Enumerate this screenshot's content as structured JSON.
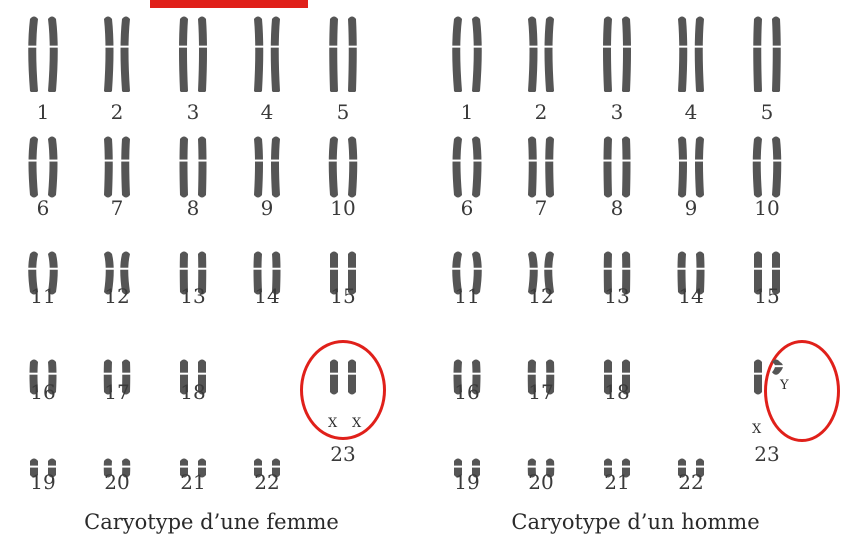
{
  "accent_color": "#e0201a",
  "chromosome_color": "#555555",
  "karyotypes": [
    {
      "id": "femme",
      "caption": "Caryotype d’une femme",
      "pairs": [
        "1",
        "2",
        "3",
        "4",
        "5",
        "6",
        "7",
        "8",
        "9",
        "10",
        "11",
        "12",
        "13",
        "14",
        "15",
        "16",
        "17",
        "18",
        "19",
        "20",
        "21",
        "22",
        "23"
      ],
      "sex_labels": [
        "X",
        "X"
      ]
    },
    {
      "id": "homme",
      "caption": "Caryotype d’un homme",
      "pairs": [
        "1",
        "2",
        "3",
        "4",
        "5",
        "6",
        "7",
        "8",
        "9",
        "10",
        "11",
        "12",
        "13",
        "14",
        "15",
        "16",
        "17",
        "18",
        "19",
        "20",
        "21",
        "22",
        "23"
      ],
      "sex_labels": [
        "X",
        "Y"
      ]
    }
  ]
}
